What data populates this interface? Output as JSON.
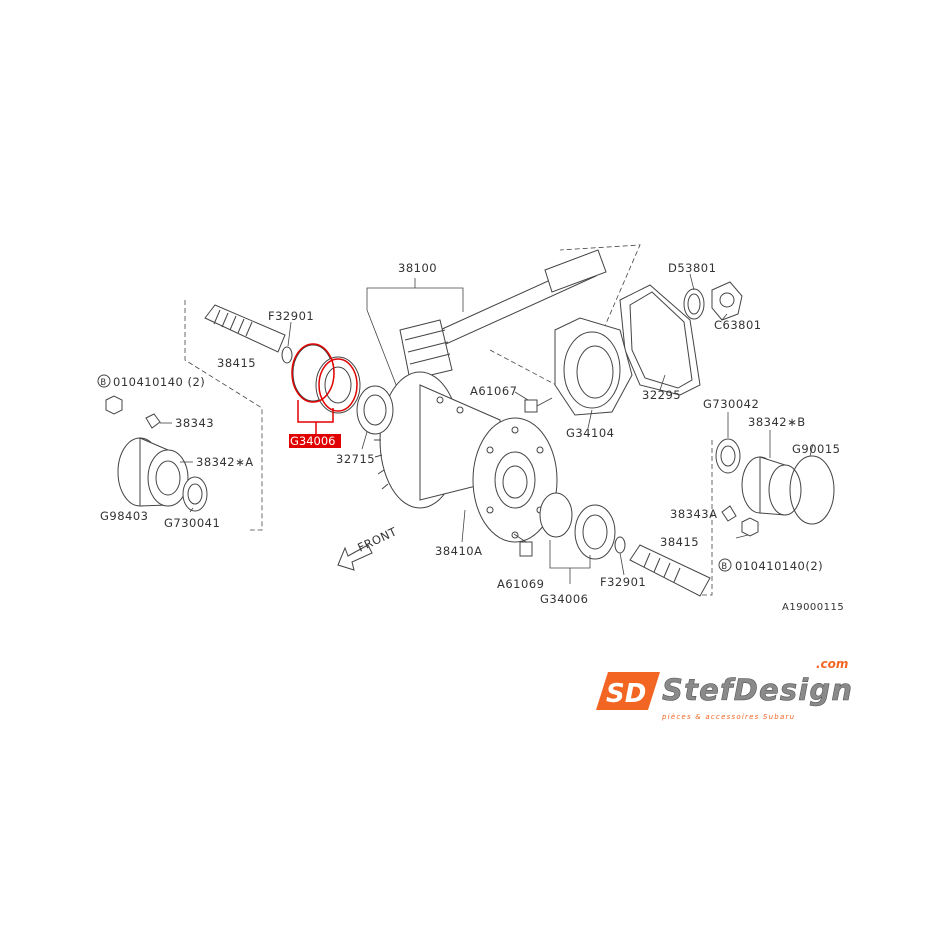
{
  "diagram": {
    "highlight_color": "#e00000",
    "highlighted_part": "G34006",
    "labels": {
      "p38100": "38100",
      "pD53801": "D53801",
      "pC63801": "C63801",
      "pF32901a": "F32901",
      "p38415a": "38415",
      "pB010410140a": "010410140 (2)",
      "p38343": "38343",
      "p38342A": "38342∗A",
      "pG98403": "G98403",
      "pG730041": "G730041",
      "p32715": "32715",
      "pA61067": "A61067",
      "pG34104": "G34104",
      "p32295": "32295",
      "pG730042": "G730042",
      "p38342B": "38342∗B",
      "pG90015": "G90015",
      "p38343A": "38343A",
      "p38410A": "38410A",
      "pA61069": "A61069",
      "pG34006b": "G34006",
      "pF32901b": "F32901",
      "p38415b": "38415",
      "pB010410140b": "010410140(2)",
      "front": "FRONT",
      "circle_b": "B",
      "ref_code": "A19000115"
    }
  },
  "logo": {
    "brand": "StefDesign",
    "domain_suffix": ".com",
    "tagline": "pièces & accessoires Subaru",
    "mark": "SD",
    "color_orange": "#f26522",
    "color_gray": "#8a8a8a"
  }
}
